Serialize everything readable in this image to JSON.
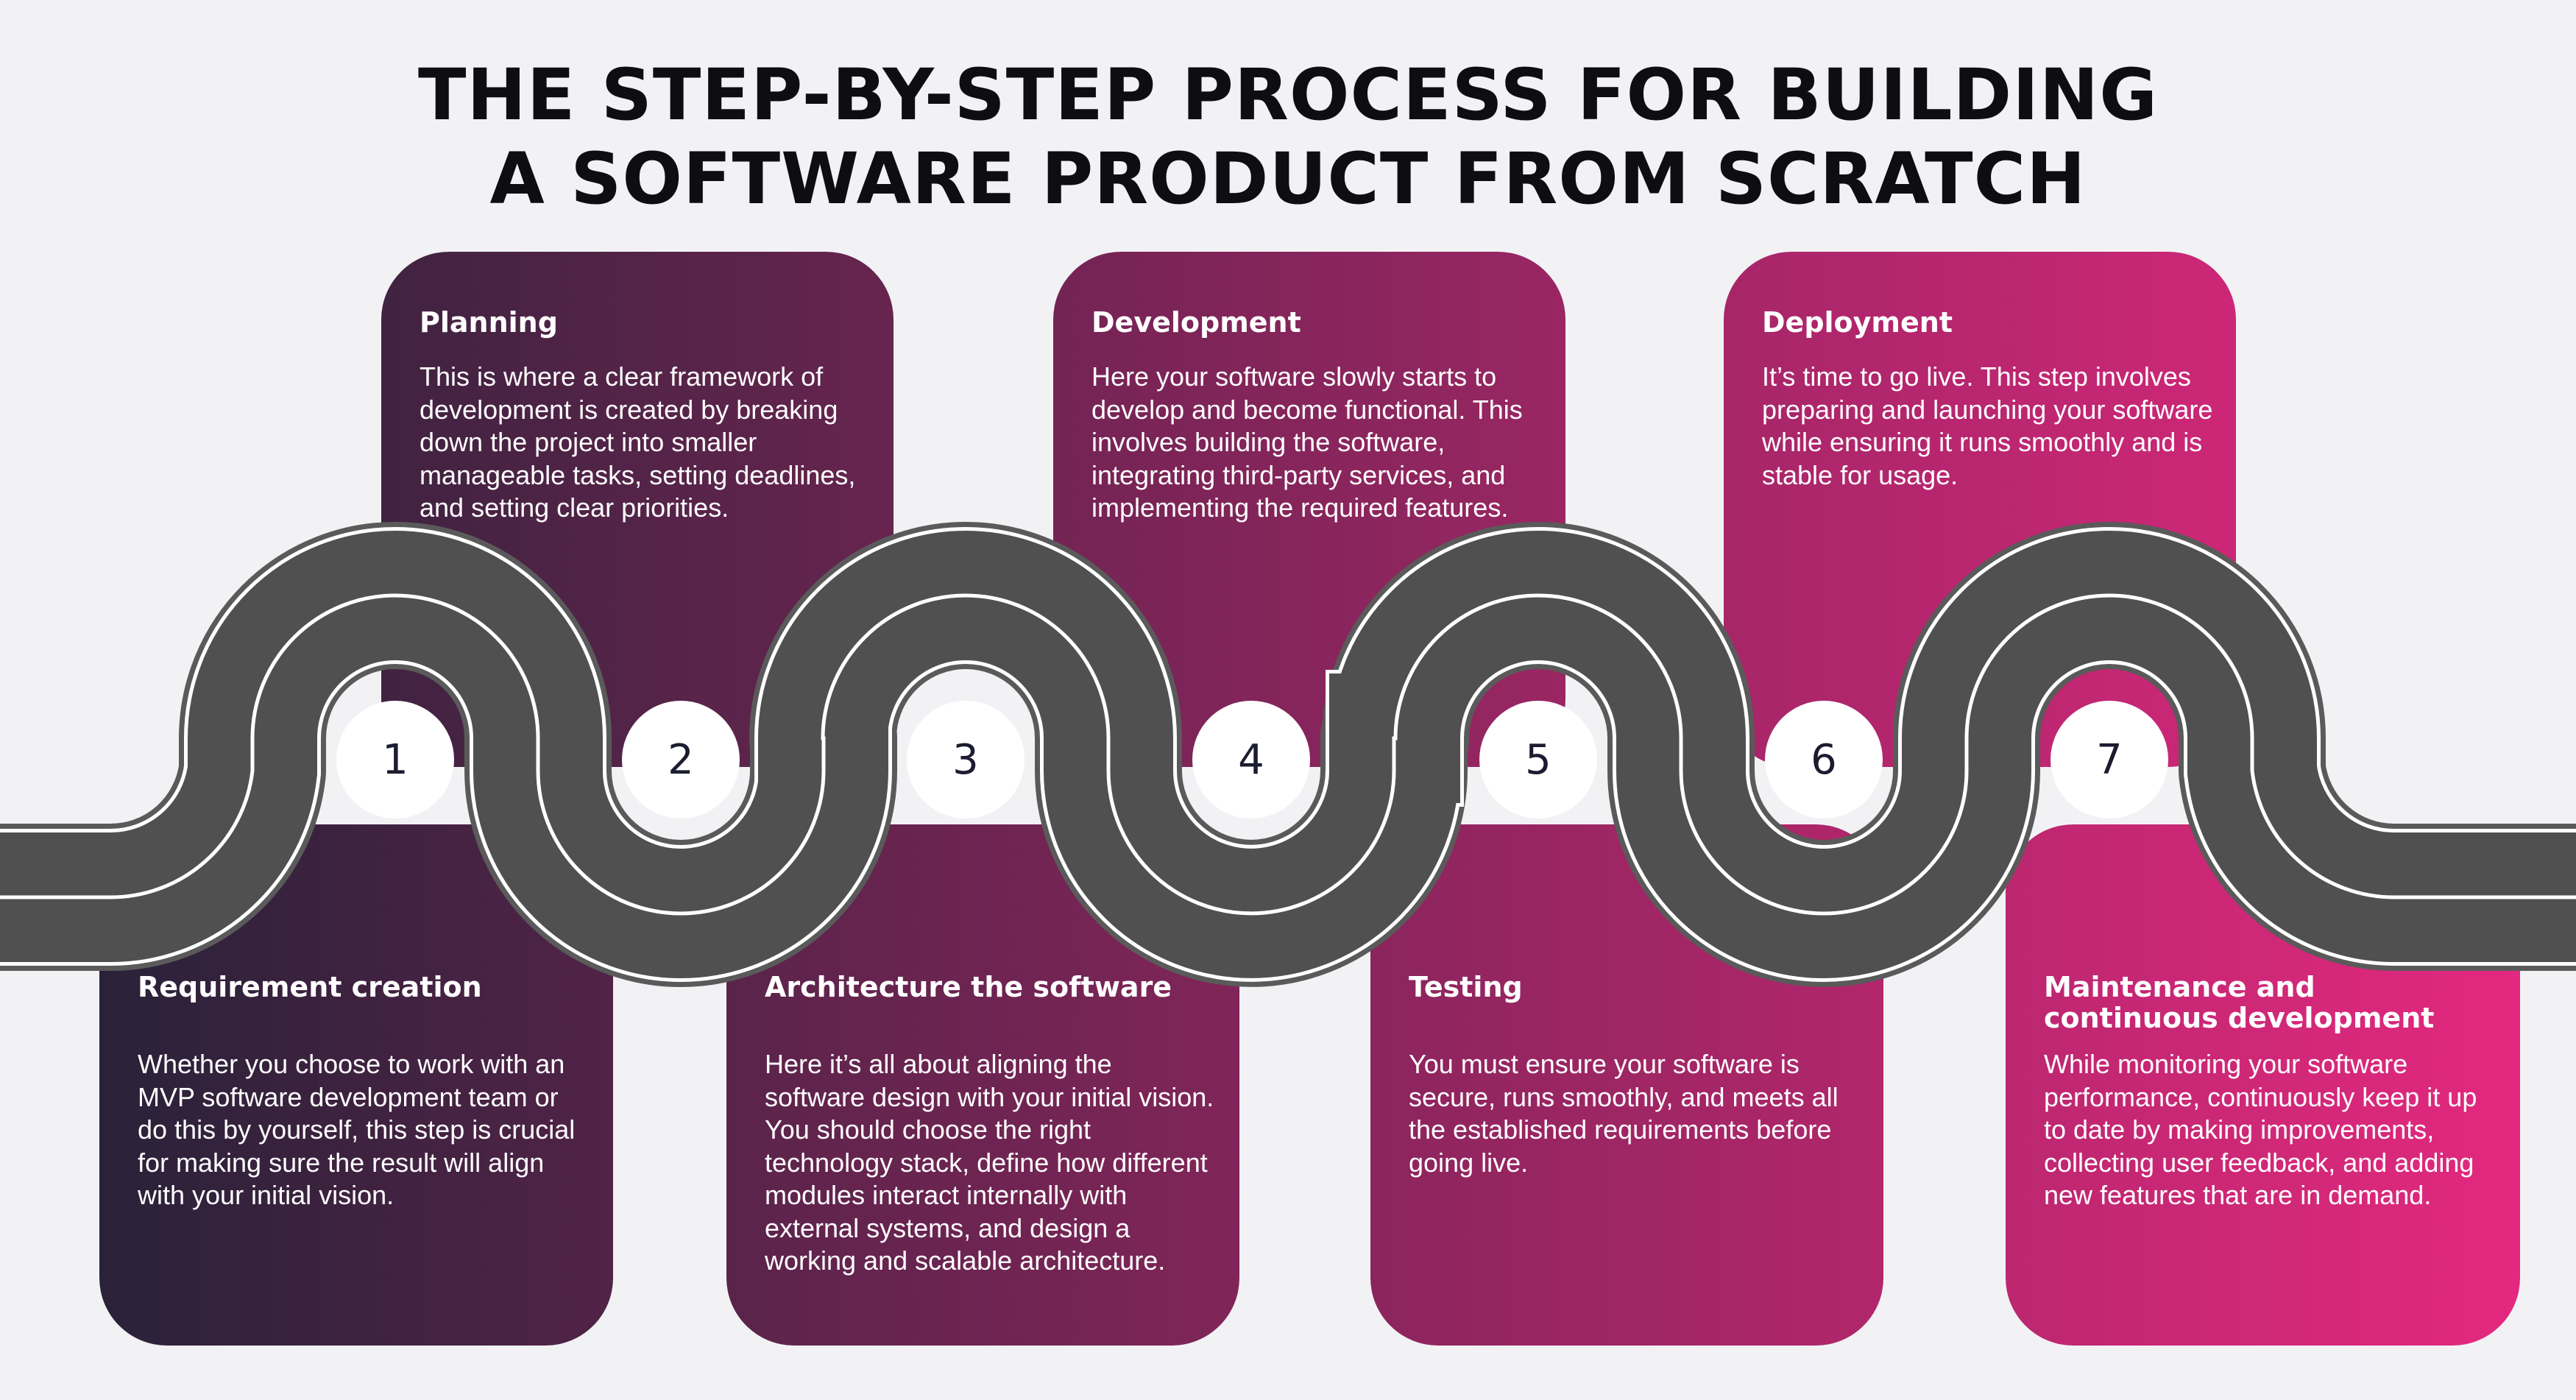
{
  "title": {
    "line1": "THE STEP-BY-STEP PROCESS FOR BUILDING",
    "line2": "A SOFTWARE PRODUCT FROM SCRATCH"
  },
  "colors": {
    "background": "#f2f2f5",
    "road": "#505050",
    "road_line": "#ffffff",
    "gradient_start": "#2a2238",
    "gradient_end": "#e3287f",
    "badge_text": "#1c1c30"
  },
  "steps": [
    {
      "number": "1",
      "title": "Requirement creation",
      "description": "Whether you choose to work with an MVP software development team or do this by yourself, this step is crucial for making sure the result will align with your initial vision."
    },
    {
      "number": "2",
      "title": "Planning",
      "description": "This is where a clear framework of development is created by breaking down the project into smaller manageable tasks, setting deadlines, and setting clear priorities."
    },
    {
      "number": "3",
      "title": "Architecture the software",
      "description": "Here it’s all about aligning the software design with your initial vision. You should choose the right technology stack, define how different modules interact internally with external systems, and design a working and scalable architecture."
    },
    {
      "number": "4",
      "title": "Development",
      "description": "Here your software slowly starts to develop and become functional. This involves building the software, integrating third-party services, and implementing the required features."
    },
    {
      "number": "5",
      "title": "Testing",
      "description": "You must ensure your software is secure, runs smoothly, and meets all the established requirements before going live."
    },
    {
      "number": "6",
      "title": "Deployment",
      "description": "It’s time to go live. This step involves preparing and launching your software while ensuring it runs smoothly and is stable for usage."
    },
    {
      "number": "7",
      "title": "Maintenance and continuous development",
      "description": "While monitoring your software performance, continuously keep it up to date by making improvements, collecting user feedback, and adding new features that are in demand."
    }
  ]
}
